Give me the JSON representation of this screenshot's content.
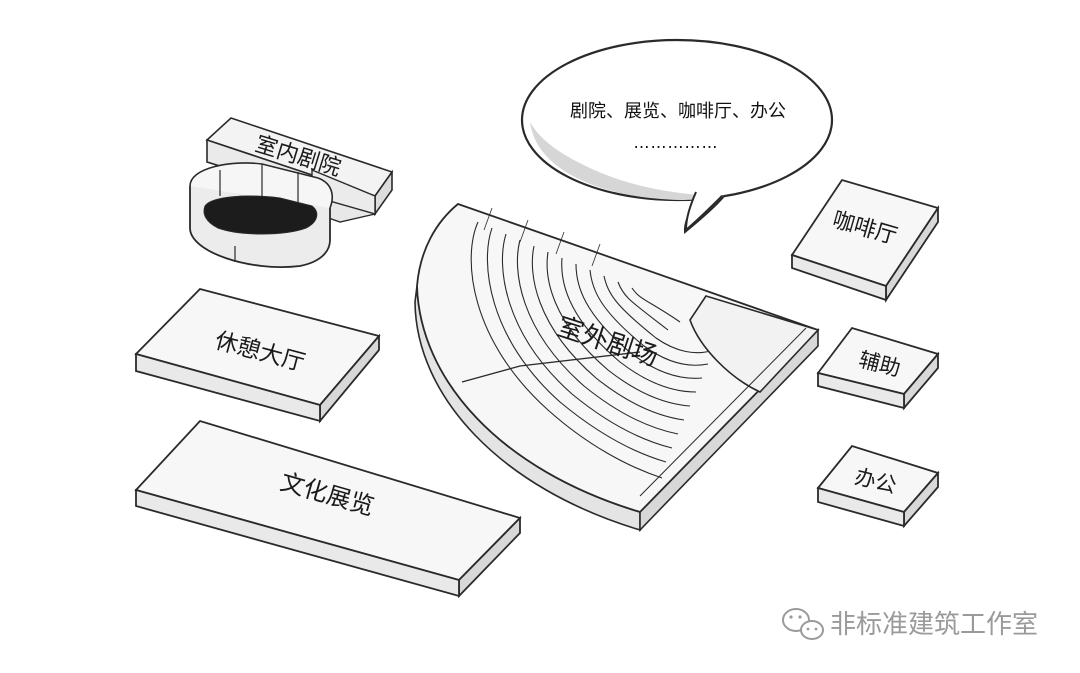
{
  "colors": {
    "stroke": "#2a2a2a",
    "fill_top": "#f7f7f7",
    "fill_side": "#dcdcdc",
    "fill_front": "#ebebeb",
    "stage_dark": "#1c1c1c",
    "watermark": "#9a9a9a"
  },
  "speech_bubble": {
    "line1": "剧院、展览、咖啡厅、办公",
    "line2": "……………"
  },
  "blocks": {
    "indoor_theater": "室内剧院",
    "rest_hall": "休憩大厅",
    "culture_exhibit": "文化展览",
    "outdoor_theater": "室外剧场",
    "cafe": "咖啡厅",
    "auxiliary": "辅助",
    "office": "办公"
  },
  "watermark": {
    "icon": "wechat-icon",
    "text": "非标准建筑工作室"
  }
}
